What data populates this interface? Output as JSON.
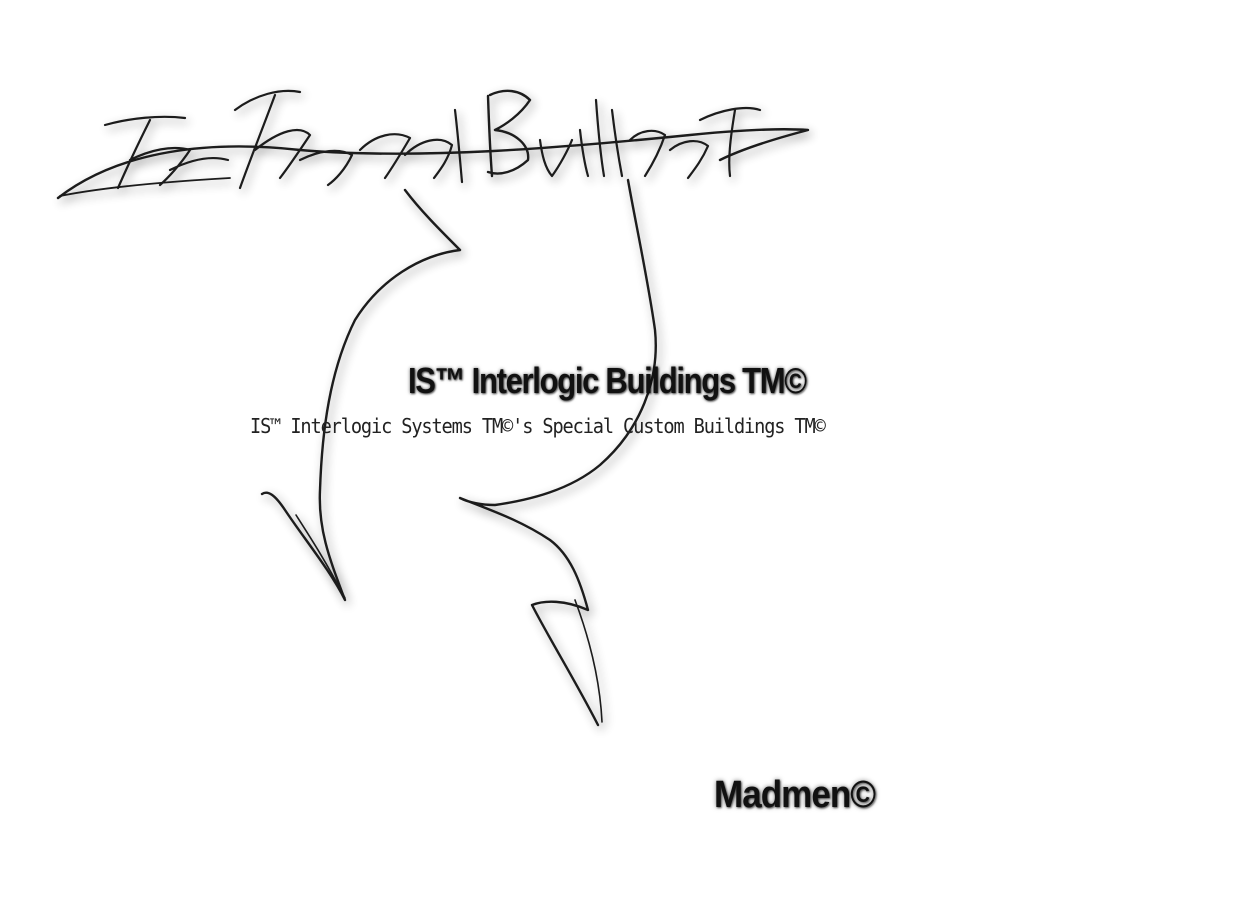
{
  "logo": {
    "signature_text": "IS Interlogic Buildings TM"
  },
  "heading": {
    "title": "IS™ Interlogic Buildings TM©",
    "subtitle": "IS™ Interlogic Systems TM©'s Special Custom Buildings TM©"
  },
  "footer": {
    "brand": "Madmen©"
  },
  "colors": {
    "background": "#ffffff",
    "ink": "#111111"
  }
}
